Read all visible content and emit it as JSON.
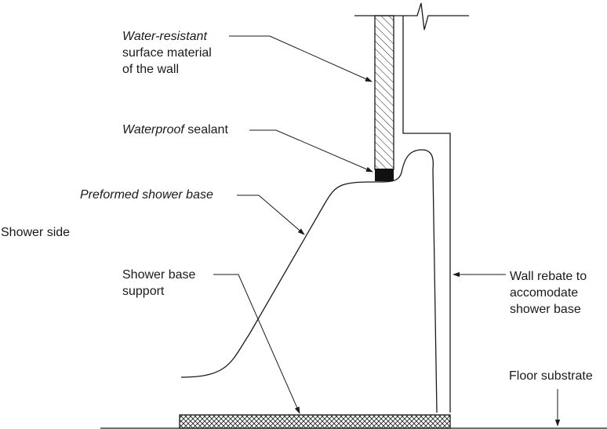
{
  "labels": {
    "water_resistant": {
      "italic": "Water-resistant",
      "line2": "surface material",
      "line3": "of the wall"
    },
    "waterproof_sealant": {
      "italic": "Waterproof",
      "rest": " sealant"
    },
    "preformed_base": "Preformed shower base",
    "shower_side": "Shower side",
    "base_support": {
      "line1": "Shower base",
      "line2": "support"
    },
    "wall_rebate": {
      "line1": "Wall rebate to",
      "line2": "accomodate",
      "line3": "shower base"
    },
    "floor_substrate": "Floor substrate"
  },
  "colors": {
    "ink": "#1a1a1a",
    "sealant": "#111111",
    "paper": "#ffffff"
  }
}
